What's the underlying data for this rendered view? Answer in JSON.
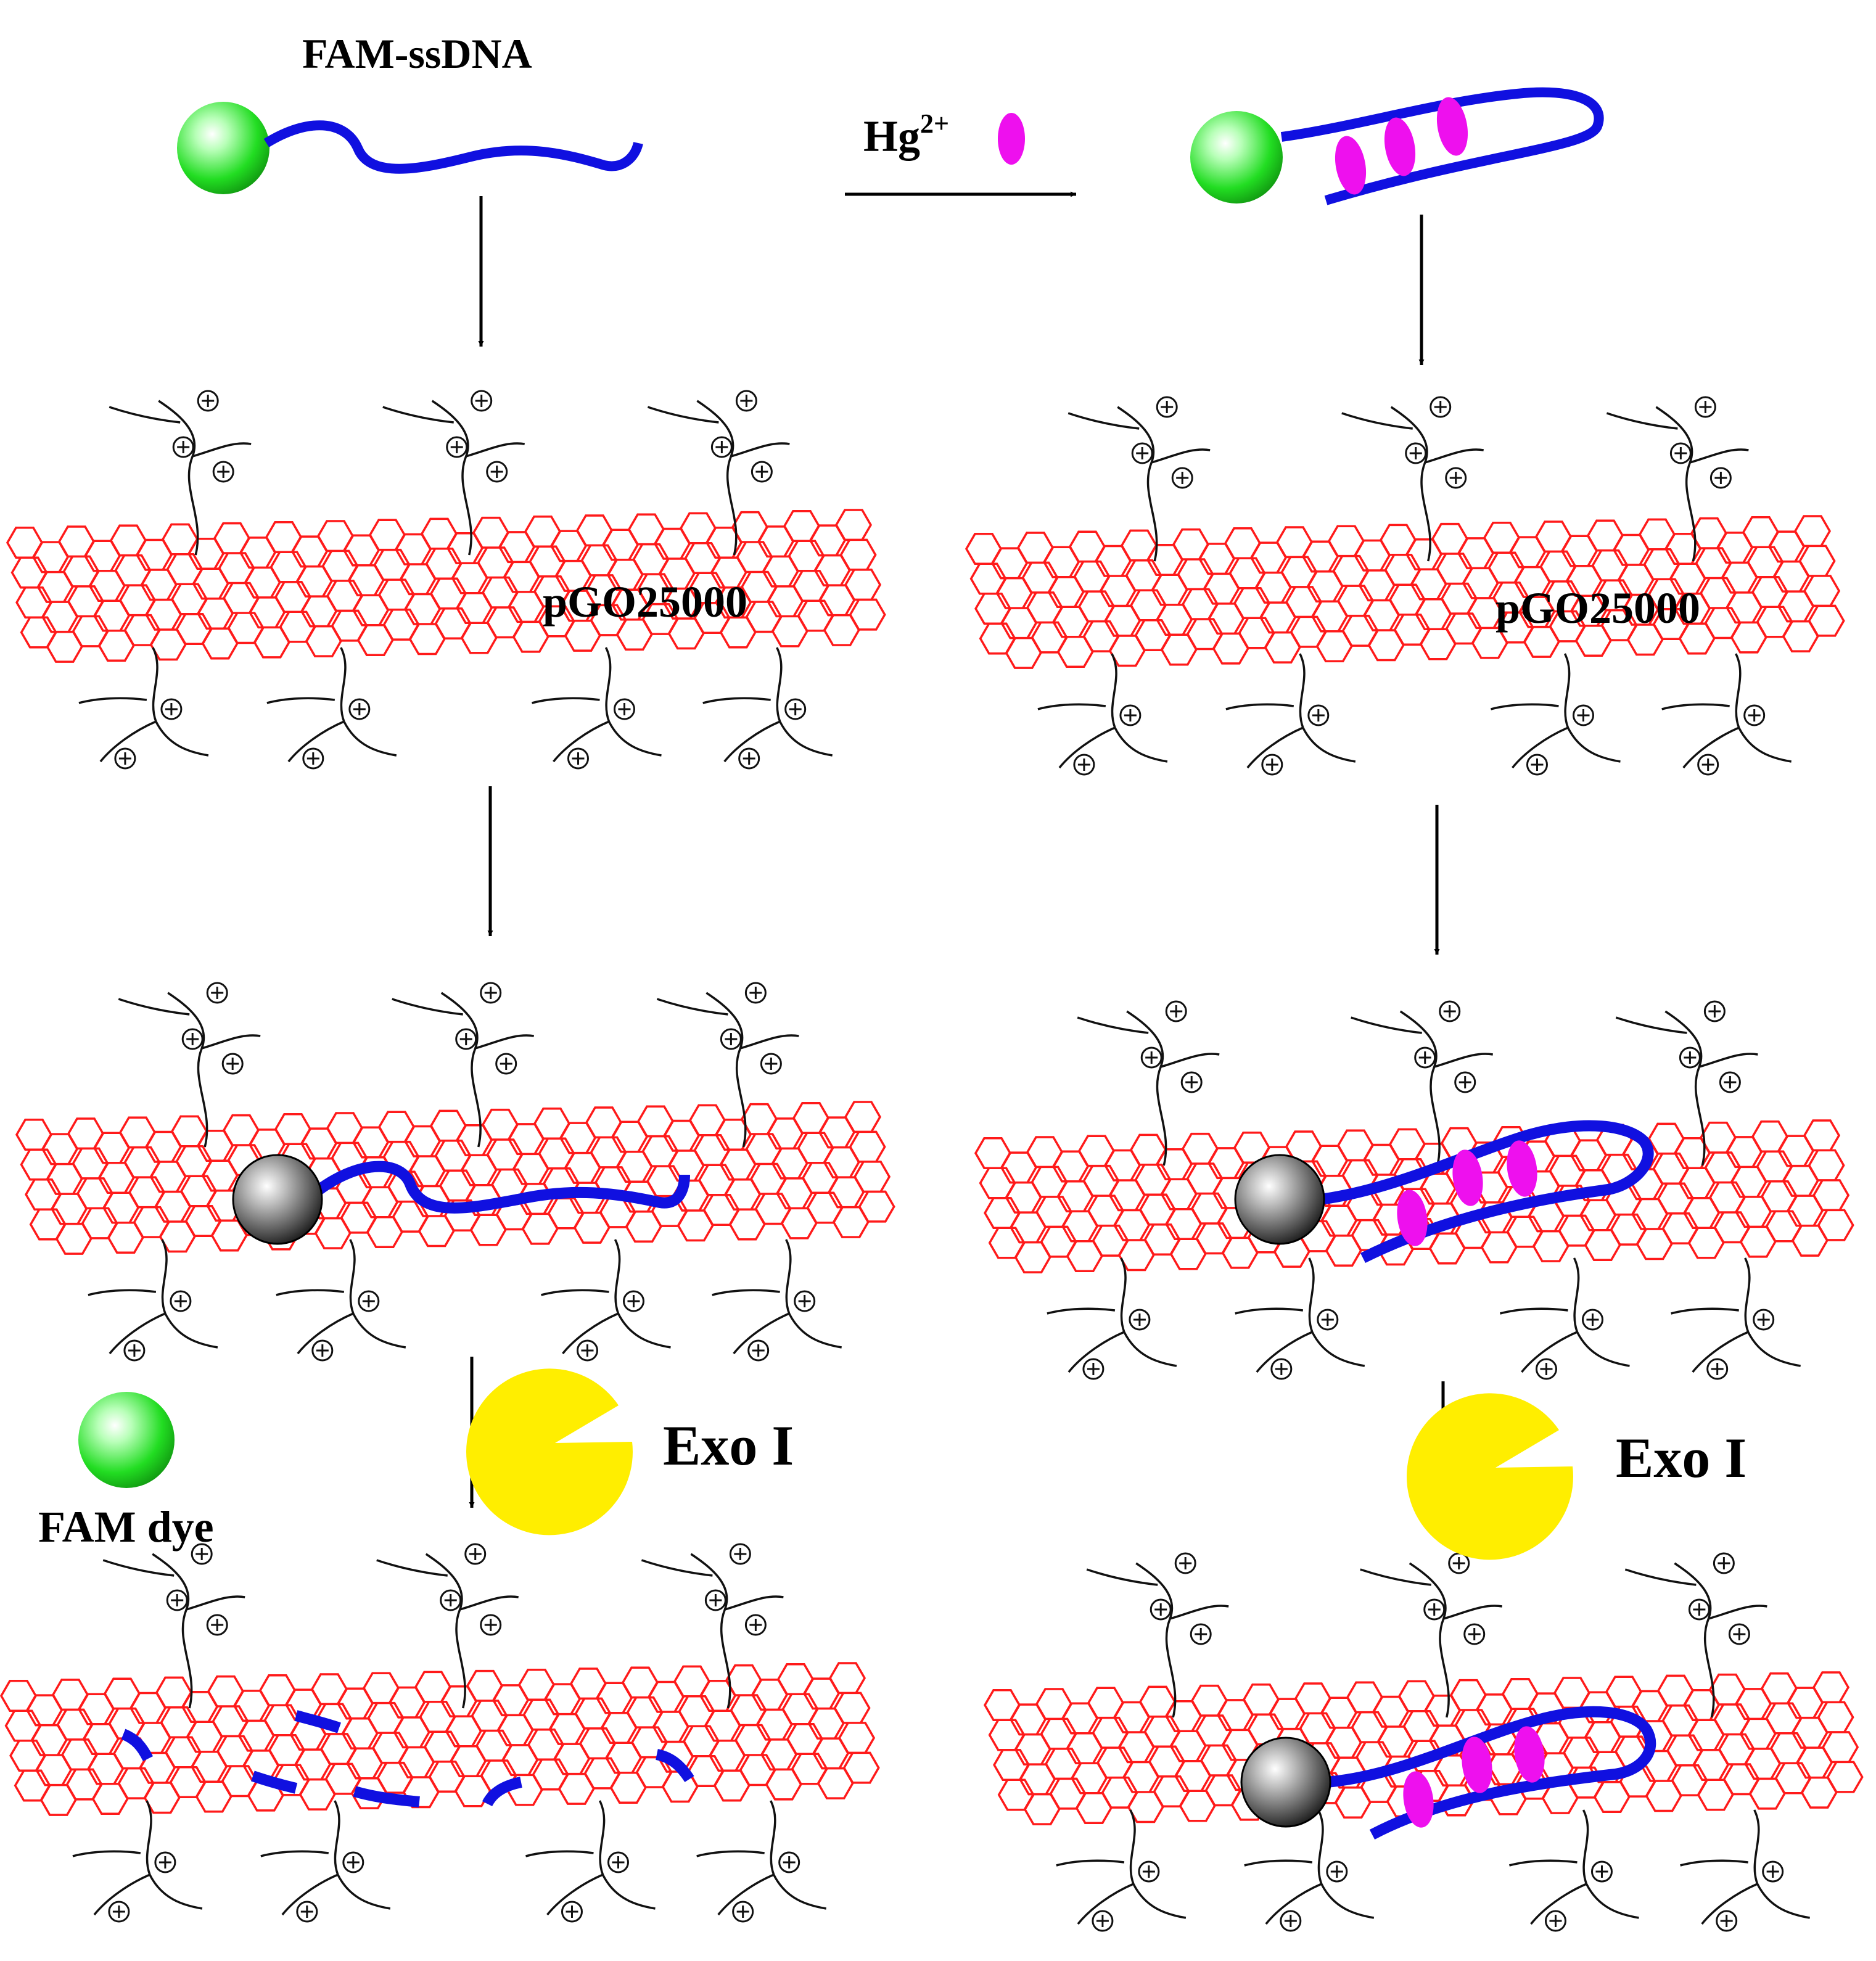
{
  "labels": {
    "fam_ssdna": "FAM-ssDNA",
    "hg_base": "Hg",
    "hg_sup": "2+",
    "pgo_left": "pGO25000",
    "pgo_right": "pGO25000",
    "exo_left": "Exo I",
    "exo_right": "Exo I",
    "fam_dye": "FAM dye"
  },
  "colors": {
    "graphene": "#ff1a1a",
    "dna": "#1010e0",
    "hg_ion": "#ee10ee",
    "fam_green": "#22dd22",
    "quenched_gray": "#555555",
    "exo_yellow": "#ffee00",
    "polymer": "#111111"
  }
}
